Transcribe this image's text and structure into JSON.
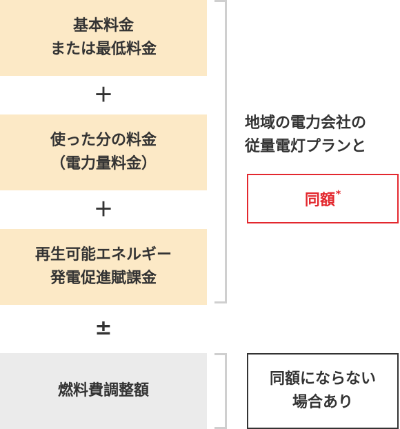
{
  "left_column": {
    "base_fee": {
      "line1": "基本料金",
      "line2": "または最低料金"
    },
    "plus1": "＋",
    "usage_fee": {
      "line1": "使った分の料金",
      "line2": "（電力量料金）"
    },
    "plus2": "＋",
    "renewable_levy": {
      "line1": "再生可能エネルギー",
      "line2": "発電促進賦課金"
    },
    "plus_minus": "±",
    "fuel_adjustment": {
      "label": "燃料費調整額"
    }
  },
  "right_column": {
    "plan_text": {
      "line1": "地域の電力会社の",
      "line2": "従量電灯プランと"
    },
    "same_amount": {
      "label": "同額",
      "mark": "*"
    },
    "not_same": {
      "line1": "同額にならない",
      "line2": "場合あり"
    }
  },
  "colors": {
    "peach_box": "#fce9c6",
    "gray_box": "#ebebeb",
    "accent_red": "#e3282e",
    "bracket": "#cfcfcf",
    "text": "#333333"
  }
}
